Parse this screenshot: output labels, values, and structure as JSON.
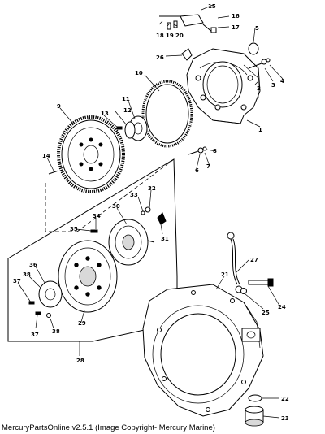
{
  "caption": "MercuryPartsOnline v2.5.1 (Image Copyright- Mercury Marine)",
  "callouts": {
    "c1": "1",
    "c2": "2",
    "c3": "3",
    "c4": "4",
    "c5": "5",
    "c6": "6",
    "c7": "7",
    "c8": "8",
    "c9": "9",
    "c10": "10",
    "c11": "11",
    "c12": "12",
    "c13": "13",
    "c14": "14",
    "c15": "15",
    "c16": "16",
    "c17": "17",
    "c18": "18",
    "c19": "19",
    "c20": "20",
    "c21": "21",
    "c22": "22",
    "c23": "23",
    "c24": "24",
    "c25": "25",
    "c26": "26",
    "c27": "27",
    "c28": "28",
    "c29": "29",
    "c30": "30",
    "c31": "31",
    "c32": "32",
    "c33": "33",
    "c34": "34",
    "c35": "35",
    "c36": "36",
    "c37a": "37",
    "c37b": "37",
    "c38a": "38",
    "c38b": "38"
  },
  "colors": {
    "line": "#000000",
    "background": "#ffffff",
    "shade": "#d9d9d9"
  }
}
